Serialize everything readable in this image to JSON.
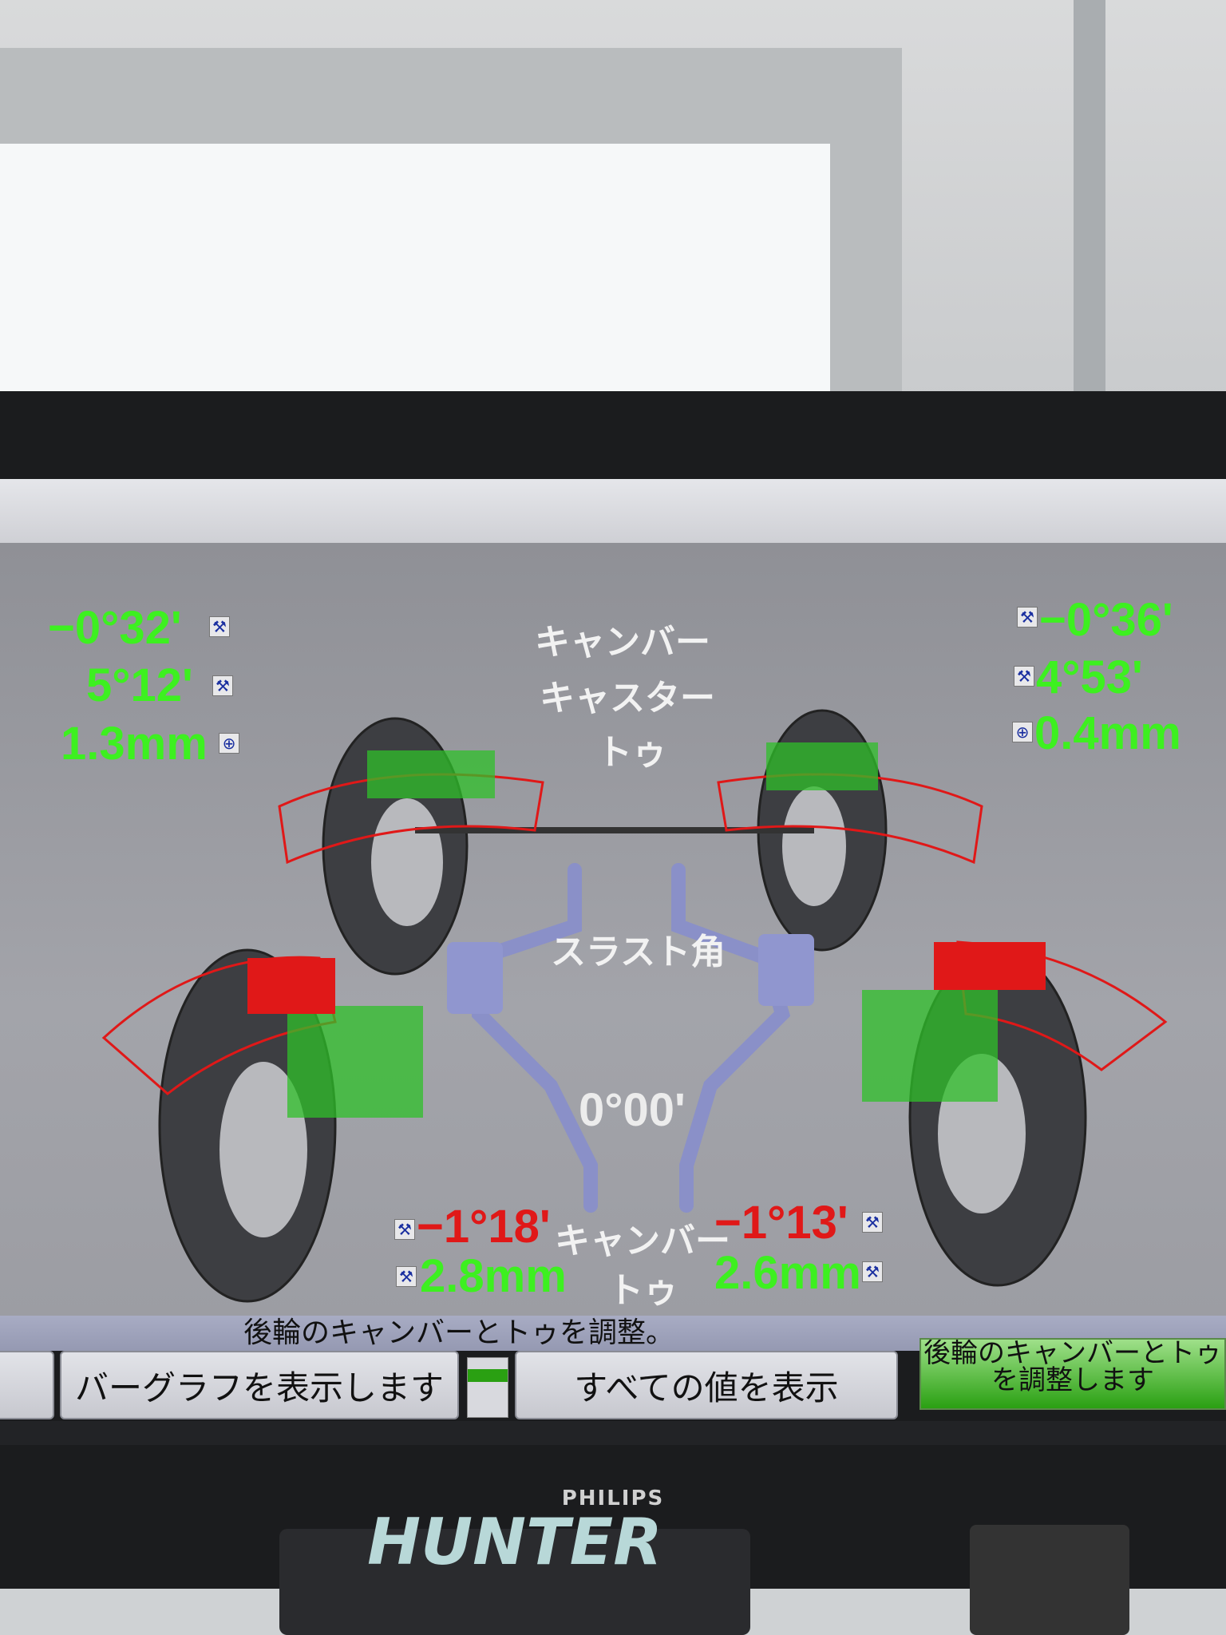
{
  "front": {
    "left": {
      "camber": "−0°32'",
      "caster": "5°12'",
      "toe": "1.3mm"
    },
    "right": {
      "camber": "−0°36'",
      "caster": "4°53'",
      "toe": "0.4mm"
    },
    "labels": {
      "camber": "キャンバー",
      "caster": "キャスター",
      "toe": "トゥ"
    }
  },
  "thrust": {
    "label": "スラスト角",
    "value": "0°00'"
  },
  "rear": {
    "left": {
      "camber": "−1°18'",
      "toe": "2.8mm"
    },
    "right": {
      "camber": "−1°13'",
      "toe": "2.6mm"
    },
    "labels": {
      "camber": "キャンバー",
      "toe": "トゥ"
    }
  },
  "status_text": "後輪のキャンバーとトゥを調整。",
  "buttons": {
    "bargraph": "バーグラフを表示します",
    "show_all": "すべての値を表示",
    "adjust": "後輪のキャンバーとトゥを調整します"
  },
  "monitor_brand": "PHILIPS",
  "equipment_brand": "HUNTER",
  "colors": {
    "in_spec": "#3df020",
    "out_of_spec": "#e01818",
    "label": "#f2f2f2"
  }
}
